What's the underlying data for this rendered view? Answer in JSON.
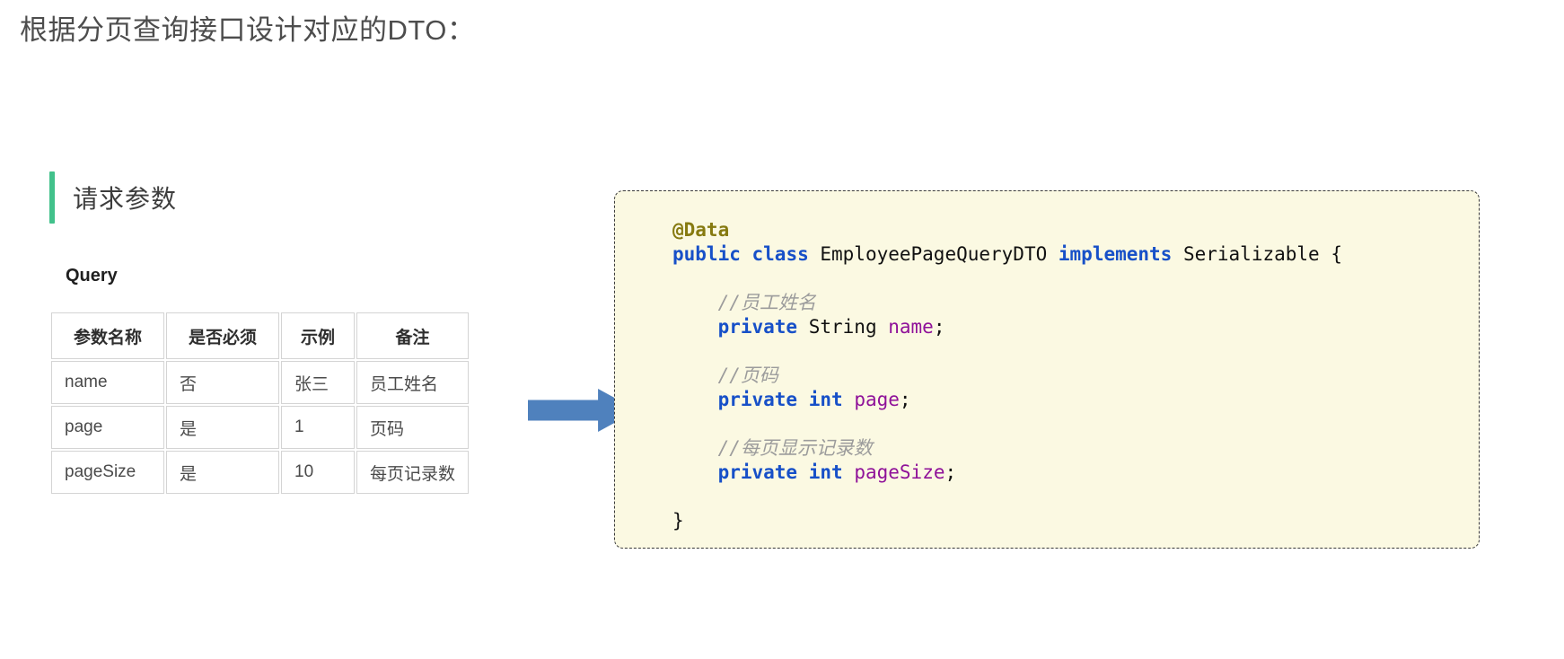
{
  "page": {
    "title": "根据分页查询接口设计对应的DTO："
  },
  "section": {
    "title": "请求参数",
    "accent_color": "#42c18b"
  },
  "query_table": {
    "label": "Query",
    "headers": [
      "参数名称",
      "是否必须",
      "示例",
      "备注"
    ],
    "rows": [
      [
        "name",
        "否",
        "张三",
        "员工姓名"
      ],
      [
        "page",
        "是",
        "1",
        "页码"
      ],
      [
        "pageSize",
        "是",
        "10",
        "每页记录数"
      ]
    ]
  },
  "arrow": {
    "name": "right-arrow-icon",
    "color": "#4f81bd",
    "direction": "right"
  },
  "code_block": {
    "language": "java",
    "background": "#fbf9e2",
    "border_color": "#3a3a3a",
    "colors": {
      "annotation": "#867a10",
      "keyword": "#1750c8",
      "field": "#8f1199",
      "comment": "#9c9c9c",
      "plain": "#111111"
    },
    "lines": [
      [
        [
          "annotation",
          "@Data"
        ]
      ],
      [
        [
          "keyword",
          "public"
        ],
        [
          "plain",
          " "
        ],
        [
          "keyword",
          "class"
        ],
        [
          "plain",
          " EmployeePageQueryDTO "
        ],
        [
          "keyword",
          "implements"
        ],
        [
          "plain",
          " Serializable {"
        ]
      ],
      [],
      [
        [
          "plain",
          "    "
        ],
        [
          "comment",
          "//员工姓名"
        ]
      ],
      [
        [
          "plain",
          "    "
        ],
        [
          "keyword",
          "private"
        ],
        [
          "plain",
          " String "
        ],
        [
          "field",
          "name"
        ],
        [
          "plain",
          ";"
        ]
      ],
      [],
      [
        [
          "plain",
          "    "
        ],
        [
          "comment",
          "//页码"
        ]
      ],
      [
        [
          "plain",
          "    "
        ],
        [
          "keyword",
          "private"
        ],
        [
          "plain",
          " "
        ],
        [
          "keyword",
          "int"
        ],
        [
          "plain",
          " "
        ],
        [
          "field",
          "page"
        ],
        [
          "plain",
          ";"
        ]
      ],
      [],
      [
        [
          "plain",
          "    "
        ],
        [
          "comment",
          "//每页显示记录数"
        ]
      ],
      [
        [
          "plain",
          "    "
        ],
        [
          "keyword",
          "private"
        ],
        [
          "plain",
          " "
        ],
        [
          "keyword",
          "int"
        ],
        [
          "plain",
          " "
        ],
        [
          "field",
          "pageSize"
        ],
        [
          "plain",
          ";"
        ]
      ],
      [],
      [
        [
          "plain",
          "}"
        ]
      ]
    ]
  }
}
